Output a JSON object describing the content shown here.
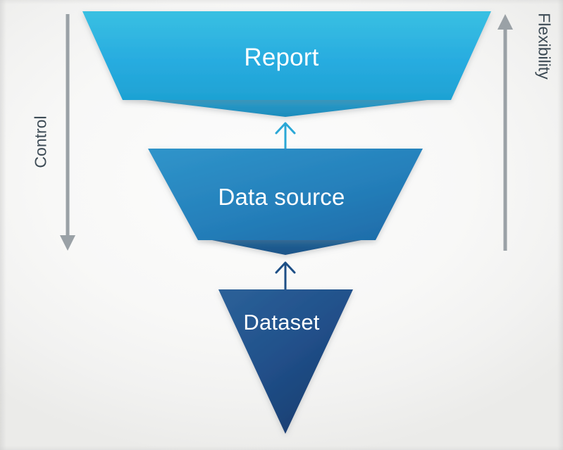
{
  "diagram": {
    "type": "inverted-funnel",
    "title": "",
    "background_color": "#f6f6f5",
    "stages": [
      {
        "id": "report",
        "label": "Report",
        "level": 1,
        "fill_top": "#35bce0",
        "fill_bottom": "#1fa3d2",
        "fold_color": "#2092c2",
        "text_color": "#ffffff"
      },
      {
        "id": "data-source",
        "label": "Data source",
        "level": 2,
        "fill_top": "#2b8fc6",
        "fill_bottom": "#2070ad",
        "fold_color": "#1d5f99",
        "text_color": "#ffffff"
      },
      {
        "id": "dataset",
        "label": "Dataset",
        "level": 3,
        "fill_top": "#24588f",
        "fill_bottom": "#193d70",
        "fold_color": "#193d70",
        "text_color": "#ffffff"
      }
    ],
    "flow_arrows": [
      {
        "id": "dataset-to-data-source",
        "from": "dataset",
        "to": "data-source",
        "color": "#1d4f86",
        "direction": "up"
      },
      {
        "id": "data-source-to-report",
        "from": "data-source",
        "to": "report",
        "color": "#2aa7d6",
        "direction": "up"
      }
    ],
    "axes": [
      {
        "id": "control",
        "label": "Control",
        "side": "left",
        "direction": "down",
        "color": "#9aa1a6",
        "text_color": "#3d4b55"
      },
      {
        "id": "flexibility",
        "label": "Flexibility",
        "side": "right",
        "direction": "up",
        "color": "#9aa1a6",
        "text_color": "#3d4b55"
      }
    ]
  }
}
